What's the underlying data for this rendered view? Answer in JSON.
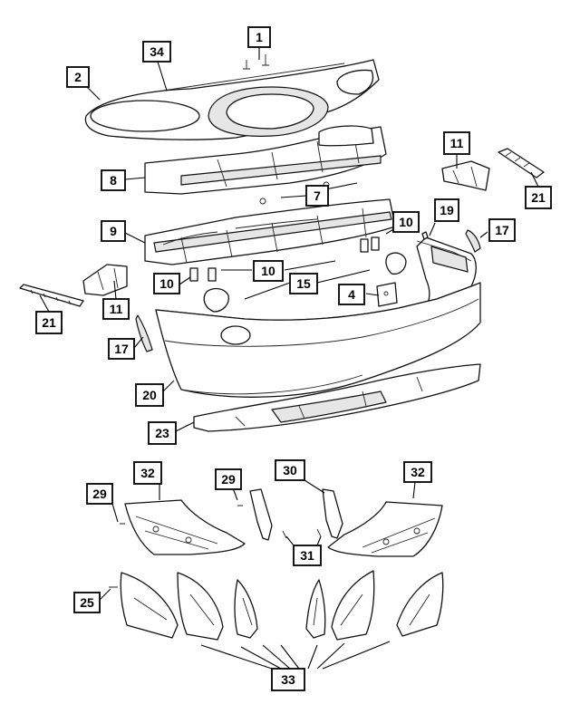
{
  "callouts": {
    "c1": "1",
    "c34": "34",
    "c2": "2",
    "c8": "8",
    "c7": "7",
    "c11a": "11",
    "c21a": "21",
    "c9": "9",
    "c10a": "10",
    "c19": "19",
    "c17a": "17",
    "c10b": "10",
    "c10c": "10",
    "c15": "15",
    "c4": "4",
    "c21b": "21",
    "c11b": "11",
    "c17b": "17",
    "c20": "20",
    "c23": "23",
    "c32a": "32",
    "c29a": "29",
    "c30": "30",
    "c29b": "29",
    "c32b": "32",
    "c31": "31",
    "c25": "25",
    "c33": "33"
  }
}
